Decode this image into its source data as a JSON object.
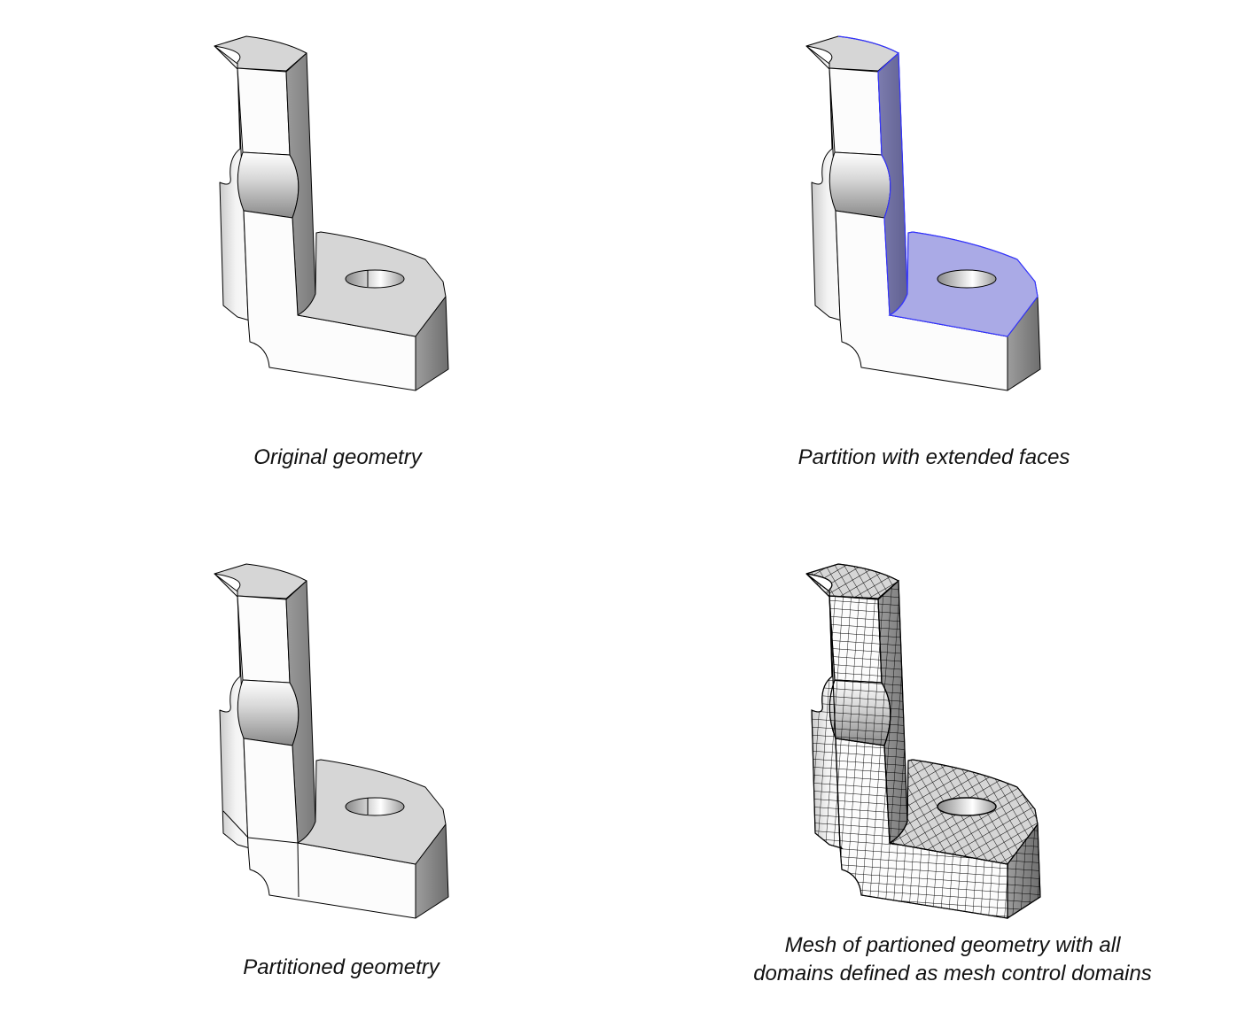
{
  "panels": [
    {
      "caption": "Original geometry",
      "variant": "original"
    },
    {
      "caption": "Partition with extended faces",
      "variant": "extended"
    },
    {
      "caption": "Partitioned geometry",
      "variant": "partitioned"
    },
    {
      "caption_lines": [
        "Mesh of partioned geometry with all",
        "domains defined as mesh control domains"
      ],
      "variant": "mesh"
    }
  ],
  "colors": {
    "highlight": "#3333ff",
    "highlight_fill": "#aaaae6",
    "edge": "#000000"
  }
}
